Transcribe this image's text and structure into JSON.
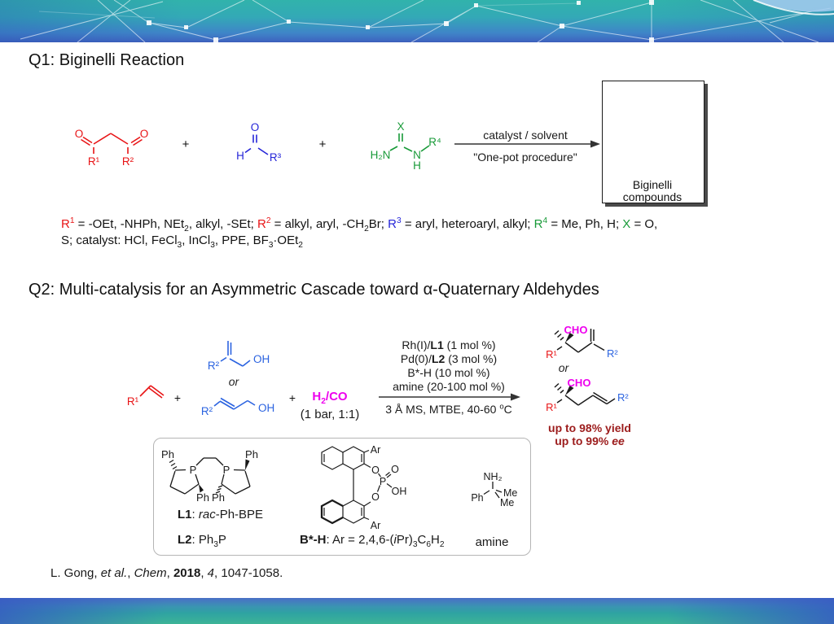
{
  "colors": {
    "red": "#e81416",
    "blue_q1": "#2525d8",
    "blue_q2": "#2b63e0",
    "green": "#189a38",
    "magenta": "#ee00ee",
    "dark_red": "#9c1c1c",
    "banner_teal": "#31b3ab",
    "banner_blue": "#3e66c0"
  },
  "slide": {
    "q1": {
      "title": "Q1: Biginelli Reaction",
      "plus": "+",
      "atoms": {
        "O": "O",
        "H": "H",
        "X": "X",
        "N": "N",
        "NH": "NH",
        "H2N": "H₂N",
        "R1": "R¹",
        "R2": "R²",
        "R3": "R³",
        "R4": "R⁴"
      },
      "arrow_top": "catalyst / solvent",
      "arrow_bottom": "\"One-pot procedure\"",
      "product_caption_1": "Biginelli",
      "product_caption_2": "compounds",
      "definitions_line1": [
        {
          "t": "R",
          "c": "#e81416"
        },
        {
          "t": "1",
          "sup": true,
          "c": "#e81416"
        },
        {
          "t": " = -OEt, -NHPh, NEt"
        },
        {
          "t": "2",
          "sub": true
        },
        {
          "t": ", alkyl, -SEt; "
        },
        {
          "t": "R",
          "c": "#e81416"
        },
        {
          "t": "2",
          "sup": true,
          "c": "#e81416"
        },
        {
          "t": " = alkyl, aryl, -CH"
        },
        {
          "t": "2",
          "sub": true
        },
        {
          "t": "Br; "
        },
        {
          "t": "R",
          "c": "#2525d8"
        },
        {
          "t": "3",
          "sup": true,
          "c": "#2525d8"
        },
        {
          "t": " = aryl, heteroaryl, alkyl; "
        },
        {
          "t": "R",
          "c": "#189a38"
        },
        {
          "t": "4",
          "sup": true,
          "c": "#189a38"
        },
        {
          "t": " = Me, Ph, H; "
        },
        {
          "t": "X",
          "c": "#189a38"
        },
        {
          "t": " = O,"
        }
      ],
      "definitions_line2": [
        {
          "t": "S; catalyst: HCl, FeCl"
        },
        {
          "t": "3",
          "sub": true
        },
        {
          "t": ", InCl"
        },
        {
          "t": "3",
          "sub": true
        },
        {
          "t": ", PPE, BF"
        },
        {
          "t": "3",
          "sub": true
        },
        {
          "t": "·OEt"
        },
        {
          "t": "2",
          "sub": true
        }
      ]
    },
    "q2": {
      "title": "Q2: Multi-catalysis for an Asymmetric Cascade toward α-Quaternary Aldehydes",
      "plus": "+",
      "or": "or",
      "atoms": {
        "R1": "R¹",
        "R2": "R²",
        "OH": "OH",
        "CHO": "CHO",
        "Ph": "Ph",
        "P": "P",
        "Ar": "Ar",
        "O": "O",
        "OH2": "OH",
        "Me": "Me",
        "NH2": "NH₂"
      },
      "h2co": [
        {
          "t": "H"
        },
        {
          "t": "2",
          "sub": true
        },
        {
          "t": "/CO"
        }
      ],
      "pressure": "(1 bar, 1:1)",
      "conditions": {
        "line1": [
          {
            "t": "Rh(I)/"
          },
          {
            "t": "L1",
            "b": true
          },
          {
            "t": " (1 mol %)"
          }
        ],
        "line2": [
          {
            "t": "Pd(0)/"
          },
          {
            "t": "L2",
            "b": true
          },
          {
            "t": " (3 mol %)"
          }
        ],
        "line3": [
          {
            "t": "B*-H (10 mol %)"
          }
        ],
        "line4": [
          {
            "t": "amine (20-100 mol %)"
          }
        ],
        "below": [
          {
            "t": "3 Å MS, MTBE, 40-60 "
          },
          {
            "t": "o",
            "sup": true
          },
          {
            "t": "C"
          }
        ]
      },
      "yield_line1": "up to 98% yield",
      "yield_line2": [
        {
          "t": "up to 99% "
        },
        {
          "t": "ee",
          "i": true
        }
      ],
      "box": {
        "l1_label": [
          {
            "t": "L1",
            "b": true
          },
          {
            "t": ": "
          },
          {
            "t": "rac",
            "i": true
          },
          {
            "t": "-Ph-BPE"
          }
        ],
        "l2_label": [
          {
            "t": "L2",
            "b": true
          },
          {
            "t": ": Ph"
          },
          {
            "t": "3",
            "sub": true
          },
          {
            "t": "P"
          }
        ],
        "bh_label": [
          {
            "t": "B*-H",
            "b": true
          },
          {
            "t": ": Ar = 2,4,6-("
          },
          {
            "t": "i",
            "i": true
          },
          {
            "t": "Pr)"
          },
          {
            "t": "3",
            "sub": true
          },
          {
            "t": "C"
          },
          {
            "t": "6",
            "sub": true
          },
          {
            "t": "H"
          },
          {
            "t": "2",
            "sub": true
          }
        ],
        "amine_label": "amine"
      }
    },
    "citation": [
      {
        "t": "L. Gong, "
      },
      {
        "t": "et al.",
        "i": true
      },
      {
        "t": ", "
      },
      {
        "t": "Chem",
        "i": true
      },
      {
        "t": ", "
      },
      {
        "t": "2018",
        "b": true
      },
      {
        "t": ", "
      },
      {
        "t": "4",
        "i": true
      },
      {
        "t": ", 1047-1058."
      }
    ]
  }
}
